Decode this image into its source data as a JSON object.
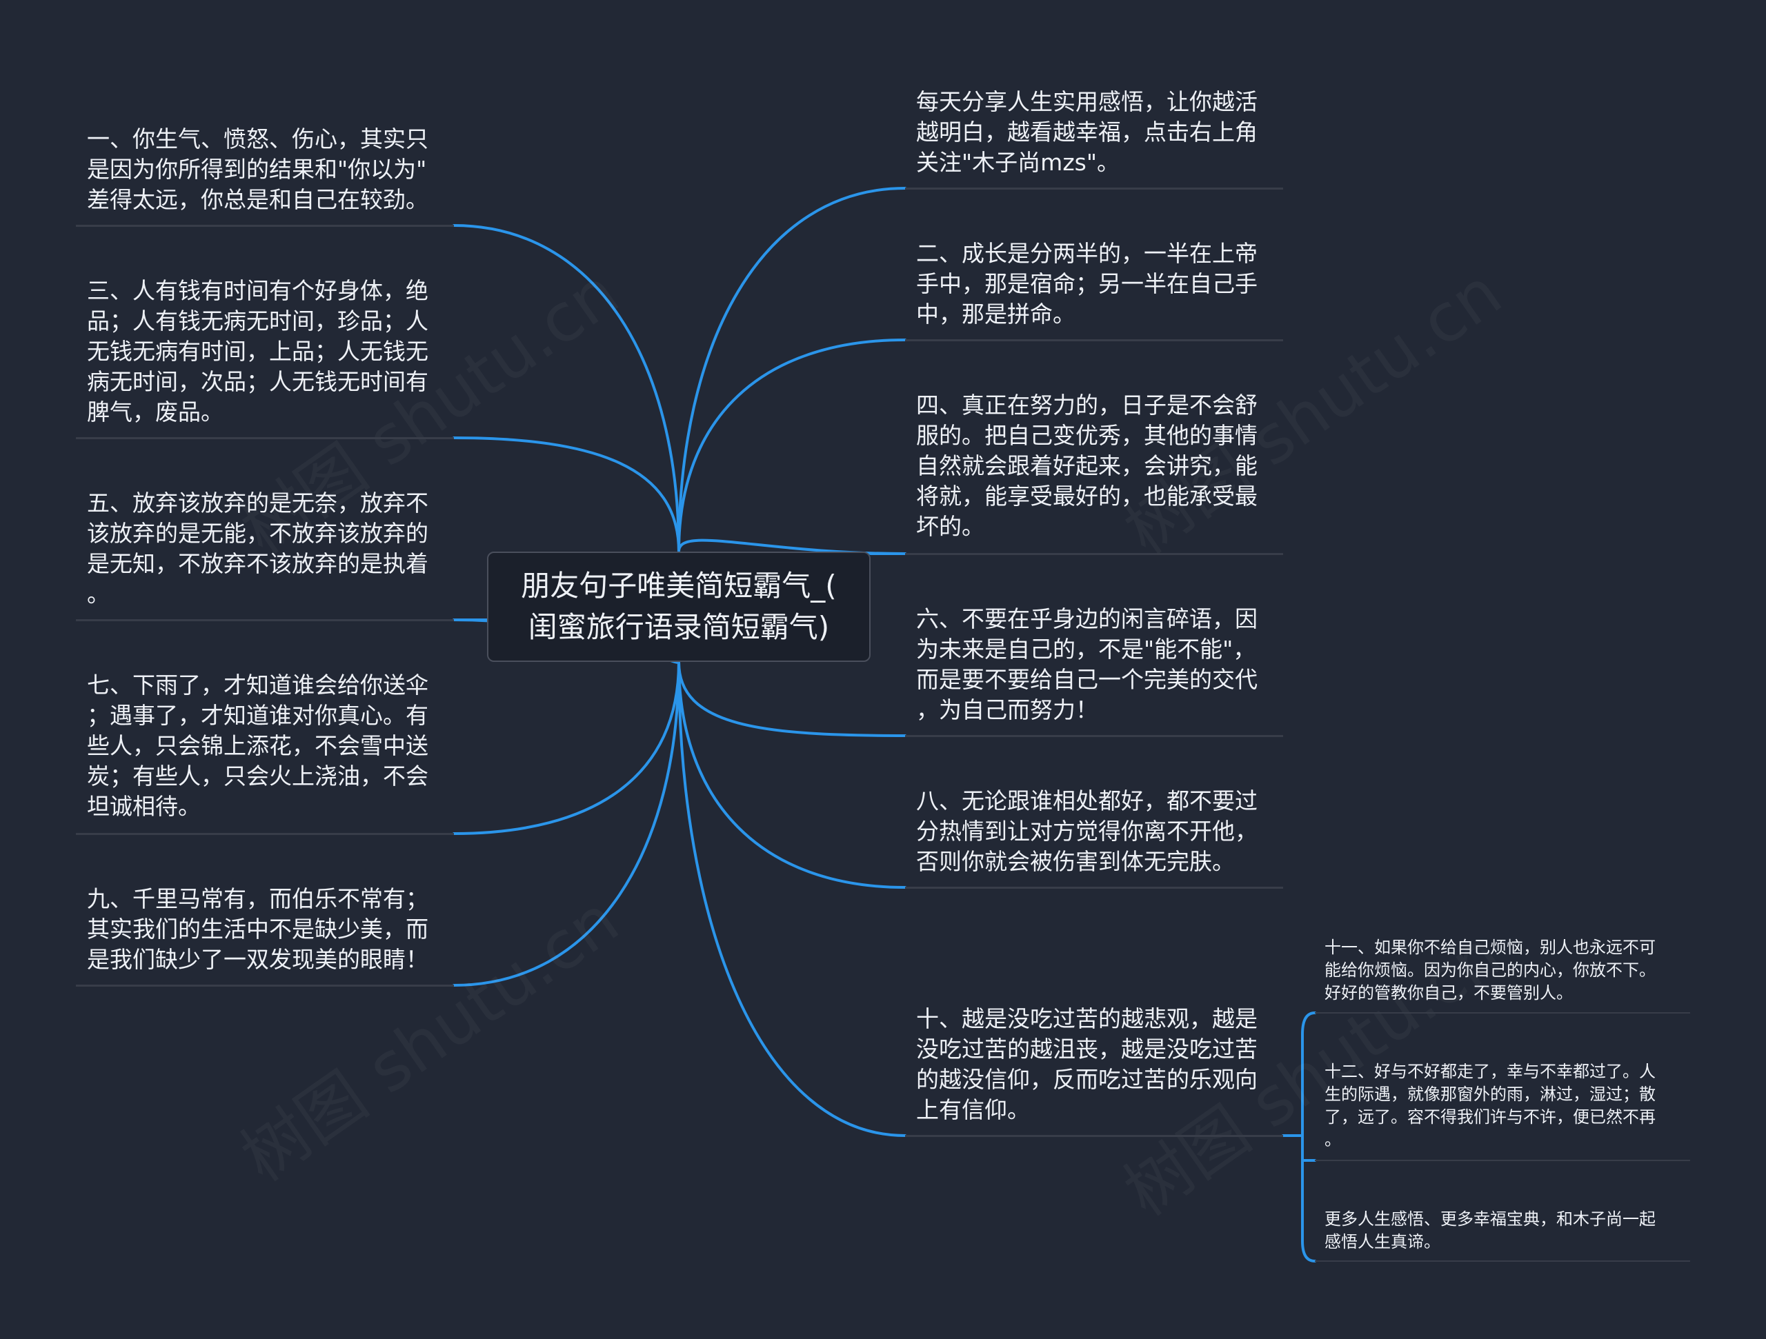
{
  "root": {
    "label": "朋友句子唯美简短霸气_(\n闺蜜旅行语录简短霸气)"
  },
  "left_nodes": [
    "一、你生气、愤怒、伤心，其实只\n是因为你所得到的结果和\"你以为\"\n差得太远，你总是和自己在较劲。",
    "三、人有钱有时间有个好身体，绝\n品；人有钱无病无时间，珍品；人\n无钱无病有时间，上品；人无钱无\n病无时间，次品；人无钱无时间有\n脾气，废品。",
    "五、放弃该放弃的是无奈，放弃不\n该放弃的是无能，不放弃该放弃的\n是无知，不放弃不该放弃的是执着\n。",
    "七、下雨了，才知道谁会给你送伞\n；遇事了，才知道谁对你真心。有\n些人，只会锦上添花，不会雪中送\n炭；有些人，只会火上浇油，不会\n坦诚相待。",
    "九、千里马常有，而伯乐不常有；\n其实我们的生活中不是缺少美，而\n是我们缺少了一双发现美的眼睛！"
  ],
  "right_nodes": [
    "每天分享人生实用感悟，让你越活\n越明白，越看越幸福，点击右上角\n关注\"木子尚mzs\"。",
    "二、成长是分两半的，一半在上帝\n手中，那是宿命；另一半在自己手\n中，那是拼命。",
    "四、真正在努力的，日子是不会舒\n服的。把自己变优秀，其他的事情\n自然就会跟着好起来，会讲究，能\n将就，能享受最好的，也能承受最\n坏的。",
    "六、不要在乎身边的闲言碎语，因\n为未来是自己的，不是\"能不能\"，\n而是要不要给自己一个完美的交代\n，为自己而努力！",
    "八、无论跟谁相处都好，都不要过\n分热情到让对方觉得你离不开他，\n否则你就会被伤害到体无完肤。",
    "十、越是没吃过苦的越悲观，越是\n没吃过苦的越沮丧，越是没吃过苦\n的越没信仰，反而吃过苦的乐观向\n上有信仰。"
  ],
  "sub_nodes": [
    "十一、如果你不给自己烦恼，别人也永远不可\n能给你烦恼。因为你自己的内心，你放不下。\n好好的管教你自己，不要管别人。",
    "十二、好与不好都走了，幸与不幸都过了。人\n生的际遇，就像那窗外的雨，淋过，湿过；散\n了，远了。容不得我们许与不许，便已然不再\n。",
    "更多人生感悟、更多幸福宝典，和木子尚一起\n感悟人生真谛。"
  ],
  "watermarks": [
    "树图 shutu.cn",
    "树图 shutu.cn",
    "树图 shutu.cn",
    "树图 shutu.cn"
  ],
  "colors": {
    "background": "#222835",
    "link": "#2b95ea",
    "rule": "#383d49",
    "text": "#eef1f6"
  }
}
